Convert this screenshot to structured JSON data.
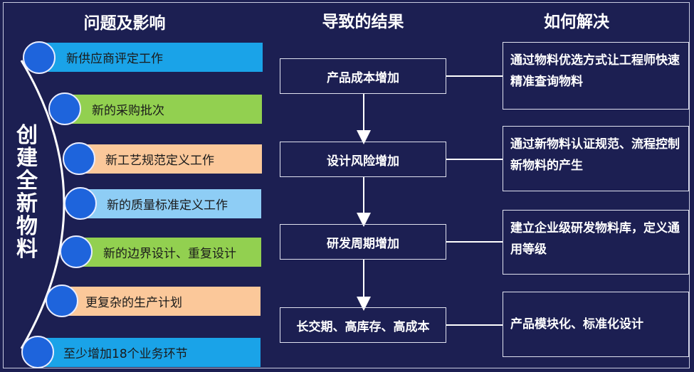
{
  "headers": {
    "issues": "问题及影响",
    "results": "导致的结果",
    "solutions": "如何解决"
  },
  "side_title": "创建全新物料",
  "issues": [
    {
      "label": "新供应商评定工作",
      "color": "#1aa3e8"
    },
    {
      "label": "新的采购批次",
      "color": "#92d050"
    },
    {
      "label": "新工艺规范定义工作",
      "color": "#fbc89a"
    },
    {
      "label": "新的质量标准定义工作",
      "color": "#8ecdf5"
    },
    {
      "label": "新的边界设计、重复设计",
      "color": "#92d050"
    },
    {
      "label": "更复杂的生产计划",
      "color": "#fbc89a"
    },
    {
      "label": "至少增加18个业务环节",
      "color": "#1aa3e8"
    }
  ],
  "results": [
    "产品成本增加",
    "设计风险增加",
    "研发周期增加",
    "长交期、高库存、高成本"
  ],
  "solutions": [
    "通过物料优选方式让工程师快速精准查询物料",
    "通过新物料认证规范、流程控制新物料的产生",
    "建立企业级研发物料库，定义通用等级",
    "产品模块化、标准化设计"
  ]
}
